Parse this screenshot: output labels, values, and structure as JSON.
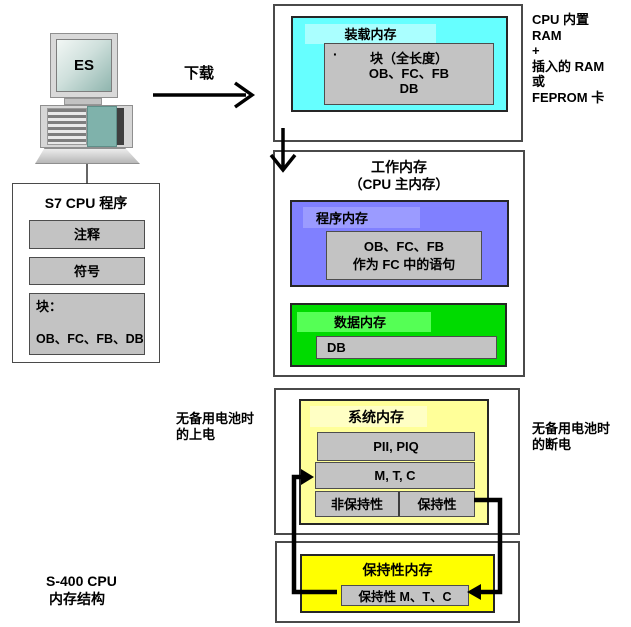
{
  "es_station": {
    "screen_label": "ES"
  },
  "download_arrow": {
    "label": "下载"
  },
  "s7_program": {
    "title": "S7 CPU 程序",
    "items": [
      "注释",
      "符号"
    ],
    "blocks_label": "块：",
    "blocks_value": "OB、FC、FB、DB"
  },
  "load_memory": {
    "title": "装载内存",
    "bullet": "·",
    "lines": [
      "块（全长度）",
      "OB、FC、FB",
      "DB"
    ]
  },
  "cpu_note": {
    "lines": [
      "CPU 内置",
      "RAM",
      "+",
      "插入的 RAM",
      "或",
      "FEPROM 卡"
    ]
  },
  "work_memory": {
    "title": "工作内存",
    "subtitle": "（CPU 主内存）",
    "program_memory": {
      "title": "程序内存",
      "lines": [
        "OB、FC、FB",
        "作为 FC 中的语句"
      ]
    },
    "data_memory": {
      "title": "数据内存",
      "content": "DB"
    }
  },
  "system_memory": {
    "title": "系统内存",
    "rows": [
      "PII, PIQ",
      "M, T, C"
    ],
    "split": {
      "left": "非保持性",
      "right": "保持性"
    }
  },
  "retentive_memory": {
    "title": "保持性内存",
    "content": "保持性 M、T、C"
  },
  "power_on_note": {
    "lines": [
      "无备用电池时",
      "的上电"
    ]
  },
  "power_off_note": {
    "lines": [
      "无备用电池时",
      "的断电"
    ]
  },
  "caption": {
    "lines": [
      "S-400 CPU",
      "内存结构"
    ]
  },
  "colors": {
    "load_memory_fill": "#66FFFF",
    "load_memory_band": "#AAFFFF",
    "program_memory_fill": "#8080FF",
    "program_memory_band": "#9B9BFF",
    "data_memory_fill": "#00DB00",
    "data_memory_band": "#55FF55",
    "system_memory_fill": "#FFFF99",
    "system_memory_band": "#FFFFC4",
    "retentive_memory_fill": "#FFFF00",
    "inner_box_fill": "#C3C3C3"
  }
}
